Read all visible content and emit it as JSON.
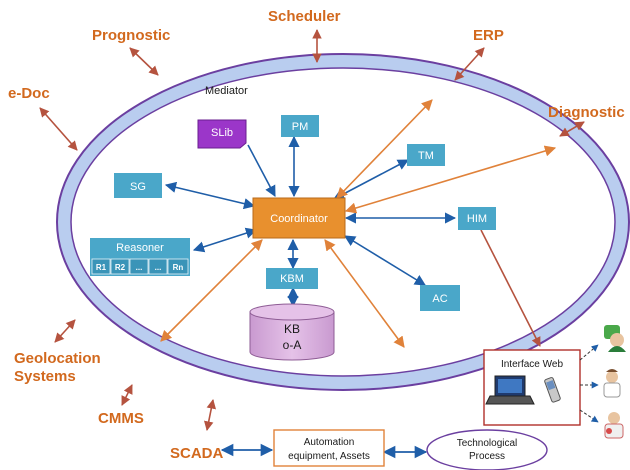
{
  "external": {
    "prognostic": "Prognostic",
    "scheduler": "Scheduler",
    "erp": "ERP",
    "edoc": "e-Doc",
    "diagnostic": "Diagnostic",
    "geolocation_line1": "Geolocation",
    "geolocation_line2": "Systems",
    "cmms": "CMMS",
    "scada": "SCADA"
  },
  "mediator_label": "Mediator",
  "modules": {
    "slib": "SLib",
    "pm": "PM",
    "tm": "TM",
    "sg": "SG",
    "coordinator": "Coordinator",
    "him": "HIM",
    "reasoner": "Reasoner",
    "reasoner_cells": [
      "R1",
      "R2",
      "...",
      "...",
      "Rn"
    ],
    "kbm": "KBM",
    "ac": "AC",
    "kb_line1": "KB",
    "kb_line2": "o-A"
  },
  "interface_web": "Interface Web",
  "automation_line1": "Automation",
  "automation_line2": "equipment, Assets",
  "tech_line1": "Technological",
  "tech_line2": "Process",
  "colors": {
    "module": "#4aa7c9",
    "coordinator": "#e8902e",
    "slib": "#9b36c9",
    "kb": "#d7a8d9",
    "ring": "#b9cdef",
    "ring_border": "#6b3fa0",
    "arrow_orange": "#e0823a",
    "arrow_blue": "#1f5ea8",
    "ext_arrow": "#b5533f",
    "ext_text": "#d2691e"
  }
}
